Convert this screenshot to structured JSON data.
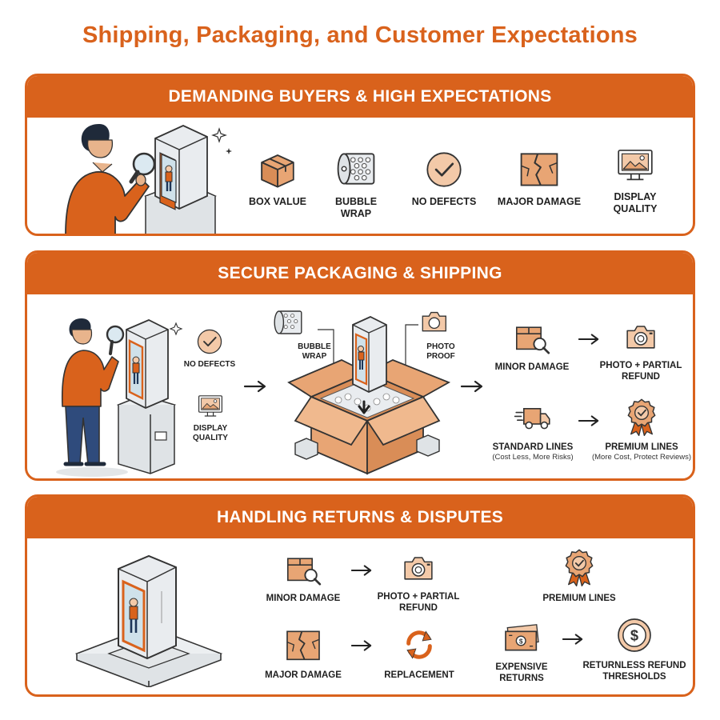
{
  "title": "Shipping, Packaging, and Customer Expectations",
  "colors": {
    "accent": "#d9621c",
    "icon_fill": "#f3c9a8",
    "ink": "#1f1f1f"
  },
  "panel1": {
    "header": "DEMANDING BUYERS & HIGH EXPECTATIONS",
    "items": [
      {
        "label": "BOX VALUE",
        "icon": "box-icon"
      },
      {
        "label": "BUBBLE",
        "label2": "WRAP",
        "icon": "bubble-wrap-icon"
      },
      {
        "label": "NO DEFECTS",
        "icon": "check-badge-icon"
      },
      {
        "label": "MAJOR DAMAGE",
        "icon": "cracked-surface-icon"
      },
      {
        "label": "DISPLAY",
        "label2": "QUALITY",
        "icon": "monitor-image-icon"
      }
    ]
  },
  "panel2": {
    "header": "SECURE PACKAGING & SHIPPING",
    "left_labels": {
      "no_defects": "NO DEFECTS",
      "display": "DISPLAY",
      "quality": "QUALITY"
    },
    "box_labels": {
      "bubble": "BUBBLE",
      "wrap": "WRAP",
      "photo": "PHOTO",
      "proof": "PROOF"
    },
    "right": {
      "minor_damage": "MINOR DAMAGE",
      "photo_partial": "PHOTO + PARTIAL",
      "refund": "REFUND",
      "standard_lines": "STANDARD LINES",
      "standard_sub": "(Cost Less, More Risks)",
      "premium_lines": "PREMIUM LINES",
      "premium_sub": "(More Cost, Protect Reviews)"
    }
  },
  "panel3": {
    "header": "HANDLING RETURNS & DISPUTES",
    "minor_damage": "MINOR DAMAGE",
    "photo_partial": "PHOTO + PARTIAL",
    "refund": "REFUND",
    "premium_lines": "PREMIUM LINES",
    "major_damage": "MAJOR DAMAGE",
    "replacement": "REPLACEMENT",
    "expensive": "EXPENSIVE",
    "returns": "RETURNS",
    "returnless": "RETURNLESS REFUND",
    "thresholds": "THRESHOLDS"
  }
}
